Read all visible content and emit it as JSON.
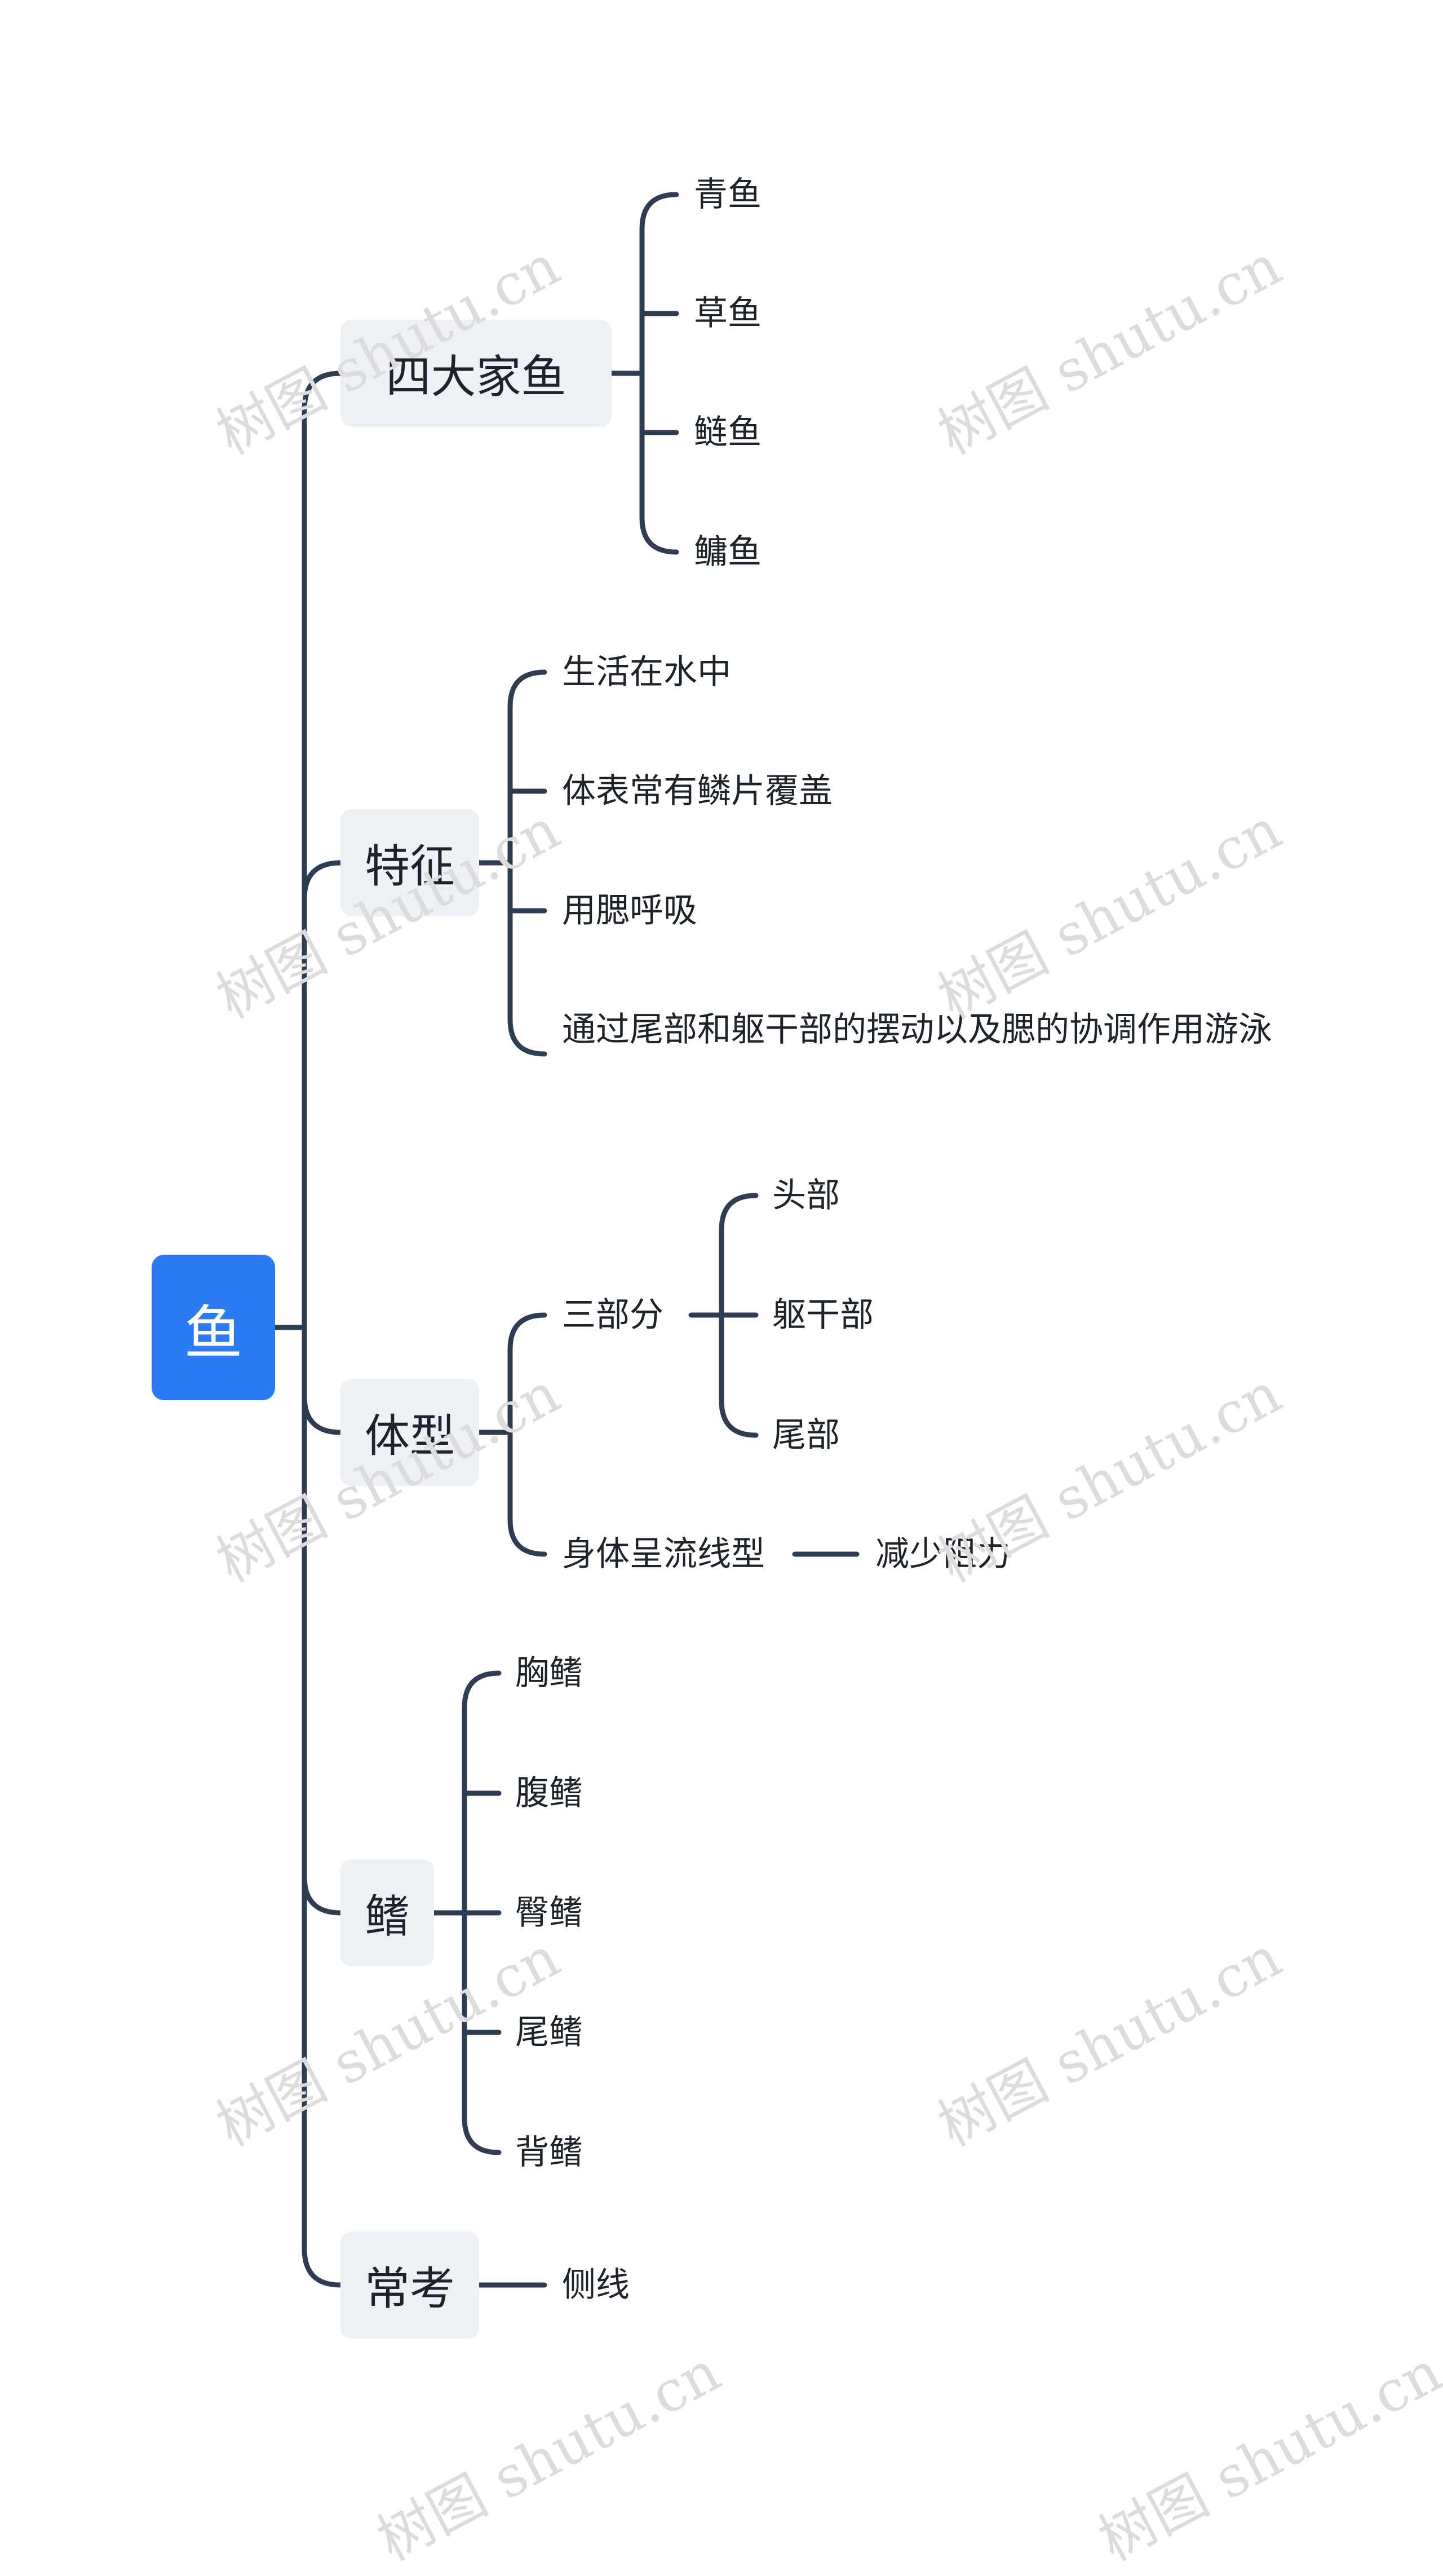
{
  "watermark": "树图 shutu.cn",
  "colors": {
    "root_bg": "#2b7bf3",
    "branch_bg": "#edf0f4",
    "connector": "#2f3d52",
    "watermark": "#dcdcdc"
  },
  "root": {
    "label": "鱼"
  },
  "branches": [
    {
      "label": "四大家鱼",
      "children": [
        {
          "label": "青鱼"
        },
        {
          "label": "草鱼"
        },
        {
          "label": "鲢鱼"
        },
        {
          "label": "鳙鱼"
        }
      ]
    },
    {
      "label": "特征",
      "children": [
        {
          "label": "生活在水中"
        },
        {
          "label": "体表常有鳞片覆盖"
        },
        {
          "label": "用腮呼吸"
        },
        {
          "label": "通过尾部和躯干部的摆动以及腮的协调作用游泳"
        }
      ]
    },
    {
      "label": "体型",
      "children": [
        {
          "label": "三部分",
          "children": [
            {
              "label": "头部"
            },
            {
              "label": "躯干部"
            },
            {
              "label": "尾部"
            }
          ]
        },
        {
          "label": "身体呈流线型",
          "children": [
            {
              "label": "减少阻力"
            }
          ]
        }
      ]
    },
    {
      "label": "鳍",
      "children": [
        {
          "label": "胸鳍"
        },
        {
          "label": "腹鳍"
        },
        {
          "label": "臀鳍"
        },
        {
          "label": "尾鳍"
        },
        {
          "label": "背鳍"
        }
      ]
    },
    {
      "label": "常考",
      "children": [
        {
          "label": "侧线"
        }
      ]
    }
  ]
}
